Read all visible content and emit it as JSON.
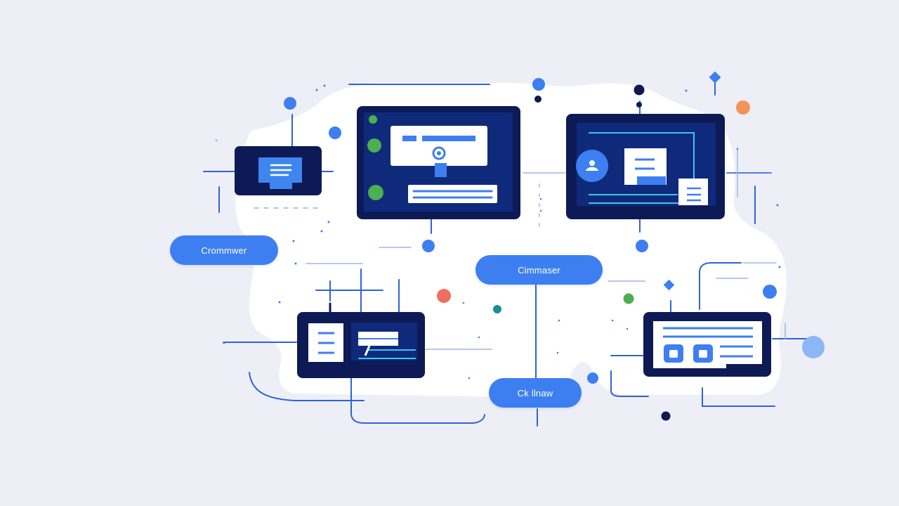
{
  "labels": {
    "left": "Crommwer",
    "center": "Cimmaser",
    "bottom": "Ck llnaw"
  },
  "colors": {
    "background": "#eeeff6",
    "blob": "#ffffff",
    "navy": "#0d1a55",
    "screen": "#0f2a7a",
    "accent_blue": "#3d7ff0",
    "cyan": "#3fc4f0",
    "green": "#4caf50",
    "orange": "#f39259",
    "red": "#ef6f5e",
    "teal": "#178e9a",
    "light_blue": "#8ab7f5"
  },
  "icons": [
    "document-icon",
    "record-icon",
    "user-icon",
    "chat-icon"
  ]
}
